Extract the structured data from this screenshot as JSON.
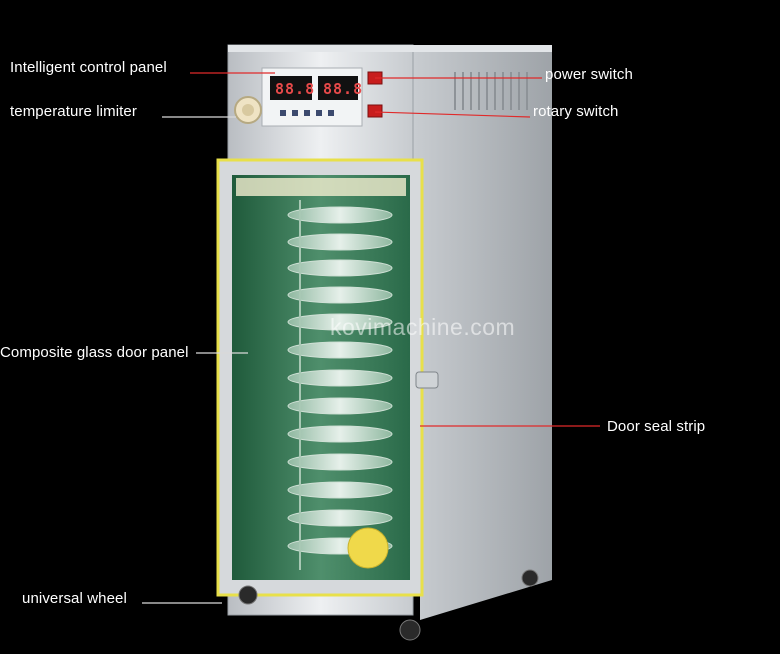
{
  "labels": {
    "intelligent_control_panel": "Intelligent control panel",
    "temperature_limiter": "temperature limiter",
    "composite_glass_door_panel": "Composite glass door panel",
    "universal_wheel": "universal wheel",
    "power_switch": "power switch",
    "rotary_switch": "rotary switch",
    "door_seal_strip": "Door seal strip"
  },
  "watermark": "kovimachine.com",
  "display": {
    "left": "88.8",
    "right": "88.8"
  },
  "colors": {
    "background": "#000000",
    "leader_line": "#e02a2a",
    "cabinet": "#d9dcdf",
    "door_seal": "#e8e04a",
    "glass": "#2b6b4a"
  }
}
